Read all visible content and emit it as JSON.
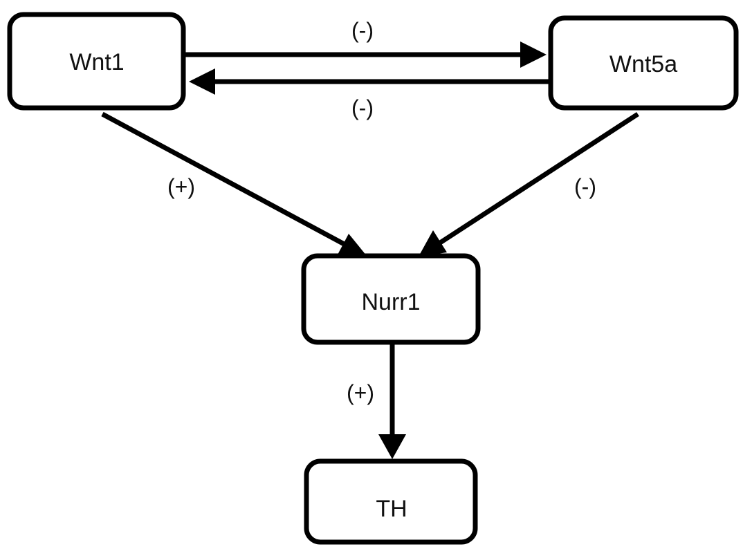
{
  "nodes": {
    "wnt1": "Wnt1",
    "wnt5a": "Wnt5a",
    "nurr1": "Nurr1",
    "th": "TH"
  },
  "edges": {
    "wnt1_to_wnt5a": "(-)",
    "wnt5a_to_wnt1": "(-)",
    "wnt1_to_nurr1": "(+)",
    "wnt5a_to_nurr1": "(-)",
    "nurr1_to_th": "(+)"
  },
  "colors": {
    "stroke": "#000000",
    "background": "#ffffff"
  }
}
